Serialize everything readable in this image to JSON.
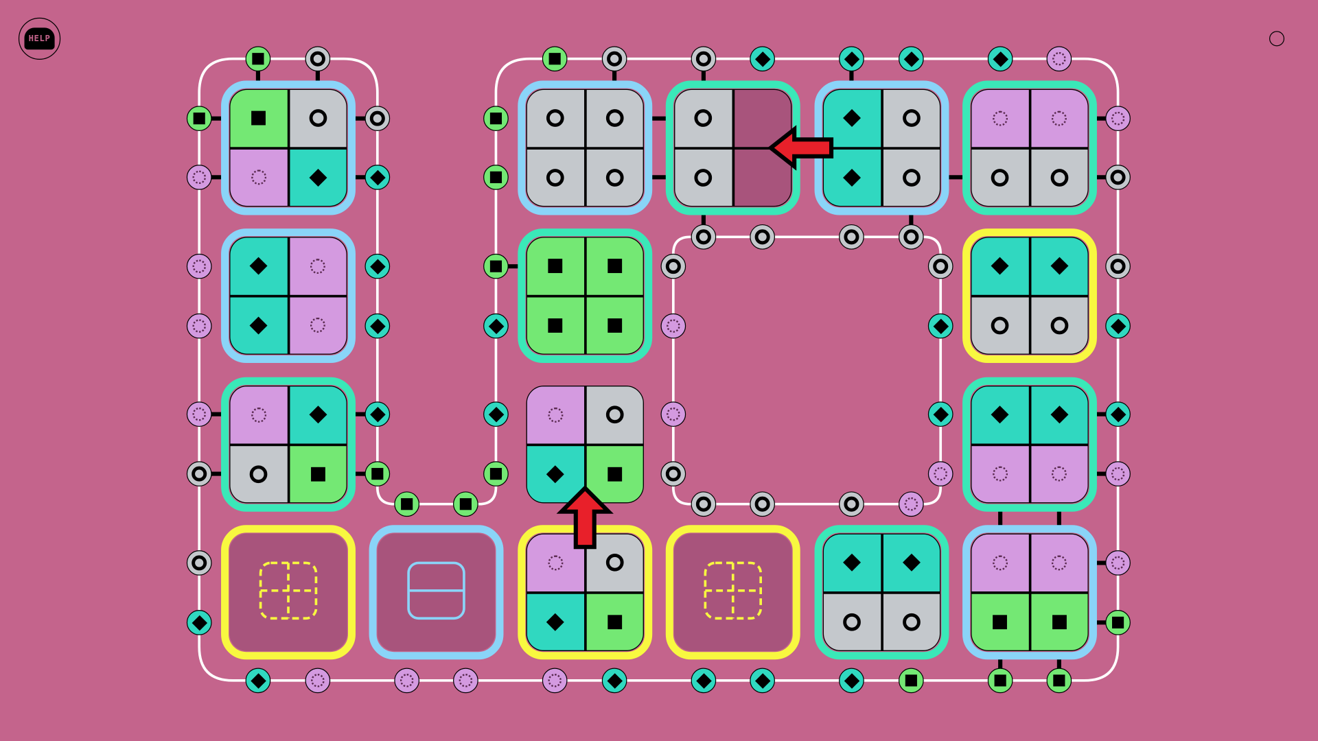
{
  "help": {
    "label": "HELP"
  },
  "colors": {
    "background": "#c4648c",
    "green": "#74e874",
    "gray": "#c4c8cc",
    "purple": "#d49ae0",
    "teal": "#30d8c0",
    "empty": "#a8547c",
    "border_blue": "#8ad4f8",
    "border_teal": "#3ae8b8",
    "border_yellow": "#f8f840",
    "arrow": "#e8202a"
  },
  "tiles": [
    {
      "col": 0,
      "row": 0,
      "border": "blue",
      "quads": [
        "sq",
        "ring",
        "flower",
        "dia"
      ]
    },
    {
      "col": 2,
      "row": 0,
      "border": "blue",
      "quads": [
        "ring",
        "ring",
        "ring",
        "ring"
      ]
    },
    {
      "col": 3,
      "row": 0,
      "border": "teal",
      "quads": [
        "ring",
        "none",
        "ring",
        "none"
      ]
    },
    {
      "col": 4,
      "row": 0,
      "border": "blue",
      "quads": [
        "dia",
        "ring",
        "dia",
        "ring"
      ]
    },
    {
      "col": 5,
      "row": 0,
      "border": "teal",
      "quads": [
        "flower",
        "flower",
        "ring",
        "ring"
      ]
    },
    {
      "col": 0,
      "row": 1,
      "border": "blue",
      "quads": [
        "dia",
        "flower",
        "dia",
        "flower"
      ]
    },
    {
      "col": 2,
      "row": 1,
      "border": "teal",
      "quads": [
        "sq",
        "sq",
        "sq",
        "sq"
      ]
    },
    {
      "col": 5,
      "row": 1,
      "border": "yellow",
      "quads": [
        "dia",
        "dia",
        "ring",
        "ring"
      ]
    },
    {
      "col": 0,
      "row": 2,
      "border": "teal",
      "quads": [
        "flower",
        "dia",
        "ring",
        "sq"
      ]
    },
    {
      "col": 2,
      "row": 2,
      "border": "none",
      "quads": [
        "flower",
        "ring",
        "dia",
        "sq"
      ]
    },
    {
      "col": 5,
      "row": 2,
      "border": "teal",
      "quads": [
        "dia",
        "dia",
        "flower",
        "flower"
      ]
    },
    {
      "col": 0,
      "row": 3,
      "border": "yellow",
      "empty": "quad-dashed"
    },
    {
      "col": 1,
      "row": 3,
      "border": "blue",
      "empty": "half-split"
    },
    {
      "col": 2,
      "row": 3,
      "border": "yellow",
      "quads": [
        "flower",
        "ring",
        "dia",
        "sq"
      ]
    },
    {
      "col": 3,
      "row": 3,
      "border": "yellow",
      "empty": "quad-dashed"
    },
    {
      "col": 4,
      "row": 3,
      "border": "teal",
      "quads": [
        "dia",
        "dia",
        "ring",
        "ring"
      ]
    },
    {
      "col": 5,
      "row": 3,
      "border": "blue",
      "quads": [
        "flower",
        "flower",
        "sq",
        "sq"
      ]
    }
  ],
  "arrows": [
    {
      "tile_col": 3,
      "tile_row": 0,
      "direction": "left"
    },
    {
      "tile_col": 2,
      "tile_row": 2,
      "direction": "up"
    }
  ]
}
